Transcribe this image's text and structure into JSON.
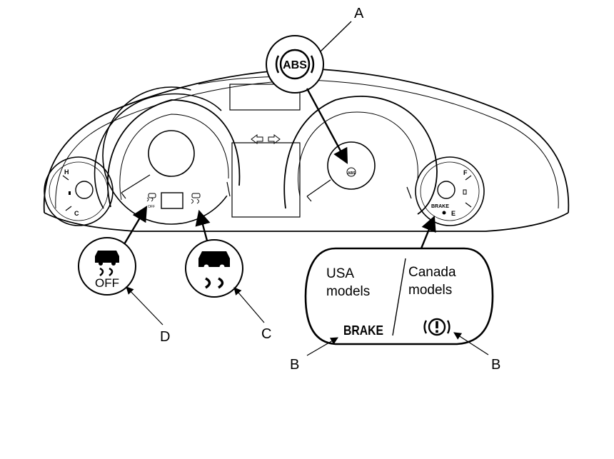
{
  "callouts": {
    "a": "A",
    "b_left": "B",
    "b_right": "B",
    "c": "C",
    "d": "D"
  },
  "inset": {
    "usa": [
      "USA",
      "models"
    ],
    "canada": [
      "Canada",
      "models"
    ],
    "brake_text": "BRAKE"
  },
  "icons": {
    "abs": "ABS",
    "vsa_off": "OFF",
    "small_vsa_off": "OFF",
    "brake_small": "BRAKE"
  },
  "gauges": {
    "temp_hot": "H",
    "temp_cold": "C",
    "fuel_full": "F",
    "fuel_empty": "E"
  }
}
